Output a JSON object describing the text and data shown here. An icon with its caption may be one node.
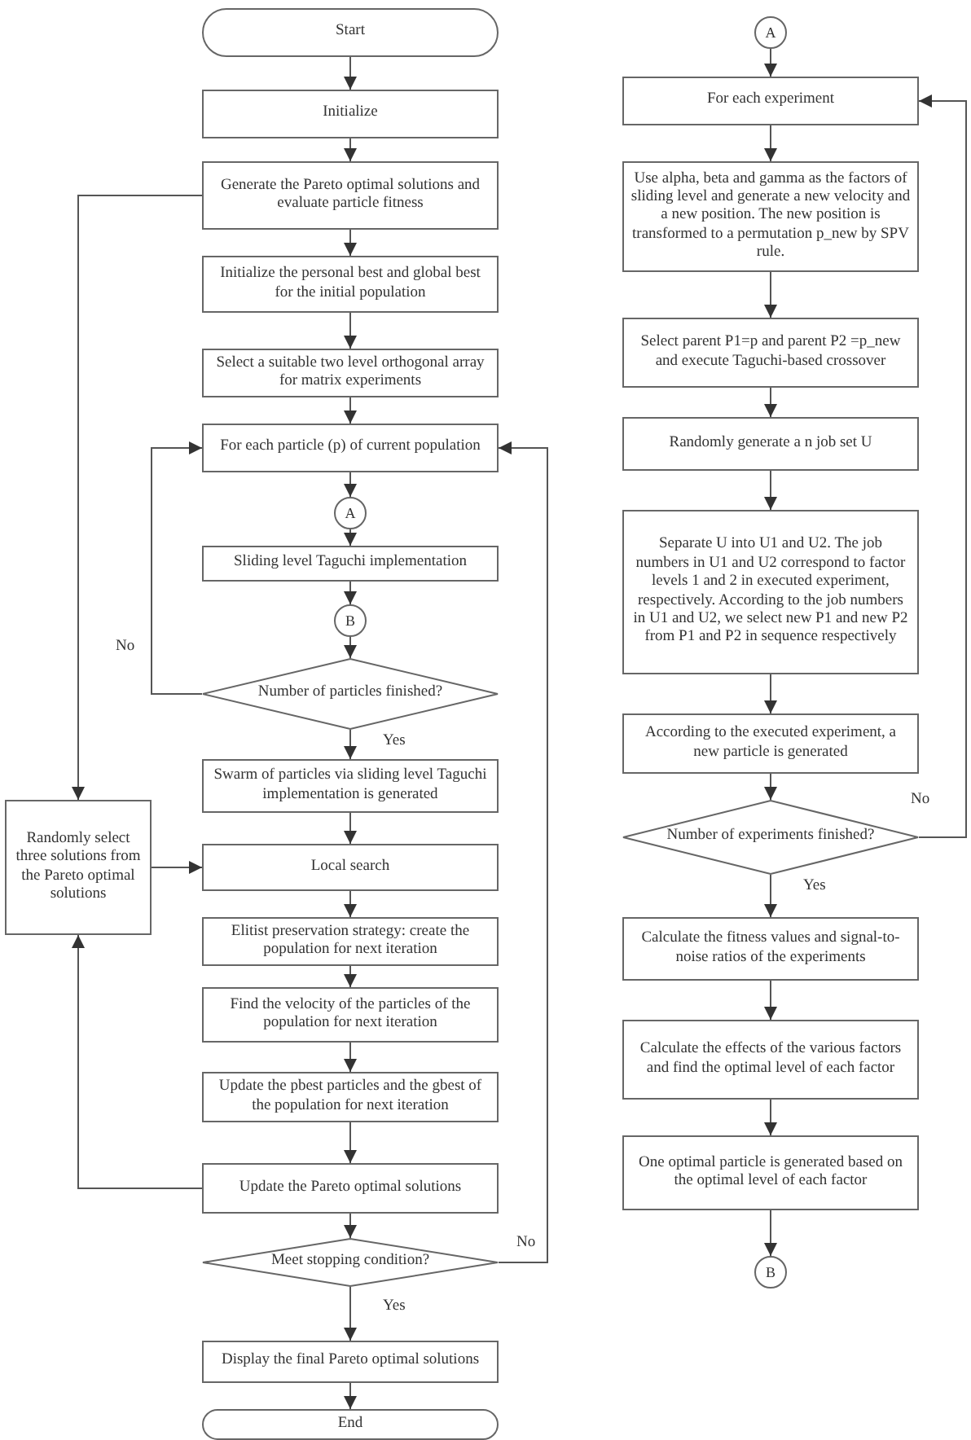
{
  "diagram": {
    "nodes": [
      {
        "text": [
          "Start"
        ]
      },
      {
        "text": [
          "Initialize"
        ]
      },
      {
        "text": [
          "Generate  the Pareto optimal solutions and evaluate particle fitness"
        ]
      },
      {
        "text": [
          "Initialize the personal best and global best for the initial population"
        ]
      },
      {
        "text": [
          "Select a suitable two level orthogonal array for matrix experiments"
        ]
      },
      {
        "text": [
          "For each particle (p) of current population"
        ]
      },
      {
        "text": [
          "A"
        ]
      },
      {
        "text": [
          "Sliding level Taguchi implementation"
        ]
      },
      {
        "text": [
          "B"
        ]
      },
      {
        "text": [
          "Number of particles finished?"
        ]
      },
      {
        "text": [
          "Swarm of particles via sliding level Taguchi implementation is generated"
        ]
      },
      {
        "text": [
          "Local search"
        ]
      },
      {
        "text": [
          "Elitist preservation strategy: create the population for next iteration"
        ]
      },
      {
        "text": [
          "Find the velocity of the particles of the population for next iteration"
        ]
      },
      {
        "text": [
          "Update the pbest particles and the gbest of the population for next iteration"
        ]
      },
      {
        "text": [
          "Update the Pareto optimal solutions"
        ]
      },
      {
        "text": [
          "Meet stopping condition?"
        ]
      },
      {
        "text": [
          "Display the final Pareto optimal solutions"
        ]
      },
      {
        "text": [
          "End"
        ]
      },
      {
        "text": [
          "Randomly select three solutions from the Pareto optimal solutions"
        ]
      },
      {
        "text": [
          "A"
        ]
      },
      {
        "text": [
          "For each experiment"
        ]
      },
      {
        "text": [
          "Use alpha, beta and gamma as the factors of sliding level and generate a new velocity and a new position. The new position is transformed to a permutation p_new by SPV rule."
        ]
      },
      {
        "text": [
          "Select parent P1=p and parent P2 =p_new and execute Taguchi-based crossover"
        ]
      },
      {
        "text": [
          "Randomly generate a n job set U"
        ]
      },
      {
        "text": [
          "Separate U into U1 and U2. The job numbers in U1 and U2 correspond to factor levels 1 and 2 in executed experiment, respectively. According to the job numbers in U1 and U2, we select new P1 and new P2 from P1 and P2 in sequence respectively"
        ]
      },
      {
        "text": [
          "According to the executed experiment, a new particle is generated"
        ]
      },
      {
        "text": [
          "Number of experiments finished?"
        ]
      },
      {
        "text": [
          "Calculate the fitness values and signal-to-noise ratios of the experiments"
        ]
      },
      {
        "text": [
          "Calculate the effects of the various factors and find the  optimal  level of each factor"
        ]
      },
      {
        "text": [
          "One optimal particle is generated based on the optimal level of each factor"
        ]
      },
      {
        "text": [
          "B"
        ]
      }
    ],
    "edges": [
      {
        "from": 0,
        "to": 1,
        "arrow": "to"
      },
      {
        "from": 1,
        "to": 2,
        "arrow": "to"
      },
      {
        "from": 2,
        "to": 3,
        "arrow": "to"
      },
      {
        "from": 3,
        "to": 4,
        "arrow": "to"
      },
      {
        "from": 4,
        "to": 5,
        "arrow": "to"
      },
      {
        "from": 5,
        "to": 6,
        "arrow": "to"
      },
      {
        "from": 6,
        "to": 7,
        "arrow": "to"
      },
      {
        "from": 7,
        "to": 8,
        "arrow": "to"
      },
      {
        "from": 8,
        "to": 9,
        "arrow": "to"
      },
      {
        "from": 9,
        "to": 5,
        "arrow": "to",
        "label": "No"
      },
      {
        "from": 9,
        "to": 10,
        "arrow": "to",
        "label": "Yes"
      },
      {
        "from": 10,
        "to": 11,
        "arrow": "to"
      },
      {
        "from": 11,
        "to": 12,
        "arrow": "to"
      },
      {
        "from": 12,
        "to": 13,
        "arrow": "to"
      },
      {
        "from": 13,
        "to": 14,
        "arrow": "to"
      },
      {
        "from": 14,
        "to": 15,
        "arrow": "to"
      },
      {
        "from": 15,
        "to": 16,
        "arrow": "to"
      },
      {
        "from": 16,
        "to": 17,
        "arrow": "to",
        "label": "Yes"
      },
      {
        "from": 16,
        "to": 5,
        "arrow": "to",
        "label": "No"
      },
      {
        "from": 17,
        "to": 18,
        "arrow": "to"
      },
      {
        "from": 2,
        "to": 19,
        "arrow": "to"
      },
      {
        "from": 19,
        "to": 11,
        "arrow": "to"
      },
      {
        "from": 15,
        "to": 19,
        "arrow": "to"
      },
      {
        "from": 20,
        "to": 21,
        "arrow": "to"
      },
      {
        "from": 21,
        "to": 22,
        "arrow": "to"
      },
      {
        "from": 22,
        "to": 23,
        "arrow": "to"
      },
      {
        "from": 23,
        "to": 24,
        "arrow": "to"
      },
      {
        "from": 24,
        "to": 25,
        "arrow": "to"
      },
      {
        "from": 25,
        "to": 26,
        "arrow": "to"
      },
      {
        "from": 26,
        "to": 27,
        "arrow": "to"
      },
      {
        "from": 27,
        "to": 21,
        "arrow": "to",
        "label": "No"
      },
      {
        "from": 27,
        "to": 28,
        "arrow": "to",
        "label": "Yes"
      },
      {
        "from": 28,
        "to": 29,
        "arrow": "to"
      },
      {
        "from": 29,
        "to": 30,
        "arrow": "to"
      },
      {
        "from": 30,
        "to": 31,
        "arrow": "to"
      }
    ]
  }
}
